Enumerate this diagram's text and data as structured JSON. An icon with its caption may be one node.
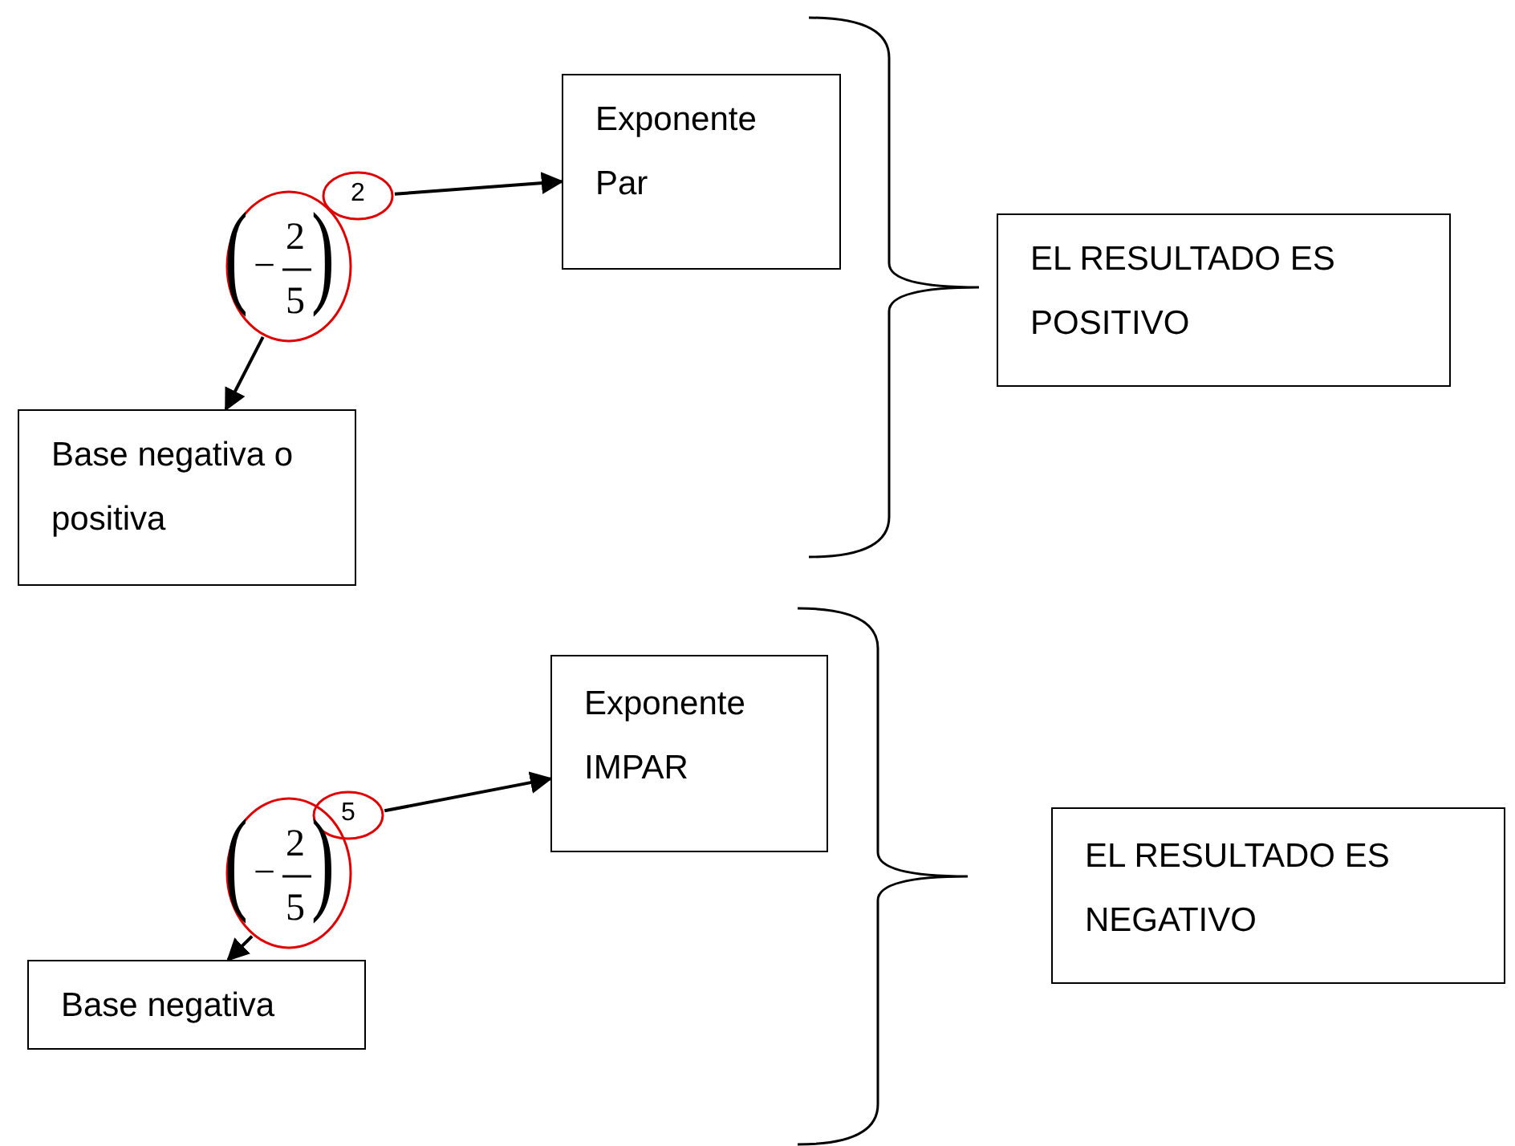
{
  "diagram": {
    "nodes": [
      {
        "text": [
          "Exponente Par"
        ]
      },
      {
        "text": [
          "EL RESULTADO ES POSITIVO"
        ]
      },
      {
        "text": [
          "2"
        ]
      },
      {
        "text": [
          "(",
          "−",
          "2",
          "5",
          ")"
        ]
      },
      {
        "text": [
          "Base negativa o positiva"
        ]
      },
      {
        "text": [
          "Exponente IMPAR"
        ]
      },
      {
        "text": [
          "EL RESULTADO ES NEGATIVO"
        ]
      },
      {
        "text": [
          "5"
        ]
      },
      {
        "text": [
          "(",
          "−",
          "2",
          "5",
          ")"
        ]
      },
      {
        "text": [
          "Base negativa"
        ]
      }
    ],
    "edges": [
      {
        "from": 2,
        "to": 0,
        "arrow": "to"
      },
      {
        "from": 3,
        "to": 4,
        "arrow": "to"
      },
      {
        "from": 7,
        "to": 5,
        "arrow": "to"
      },
      {
        "from": 8,
        "to": 9,
        "arrow": "to"
      }
    ]
  }
}
